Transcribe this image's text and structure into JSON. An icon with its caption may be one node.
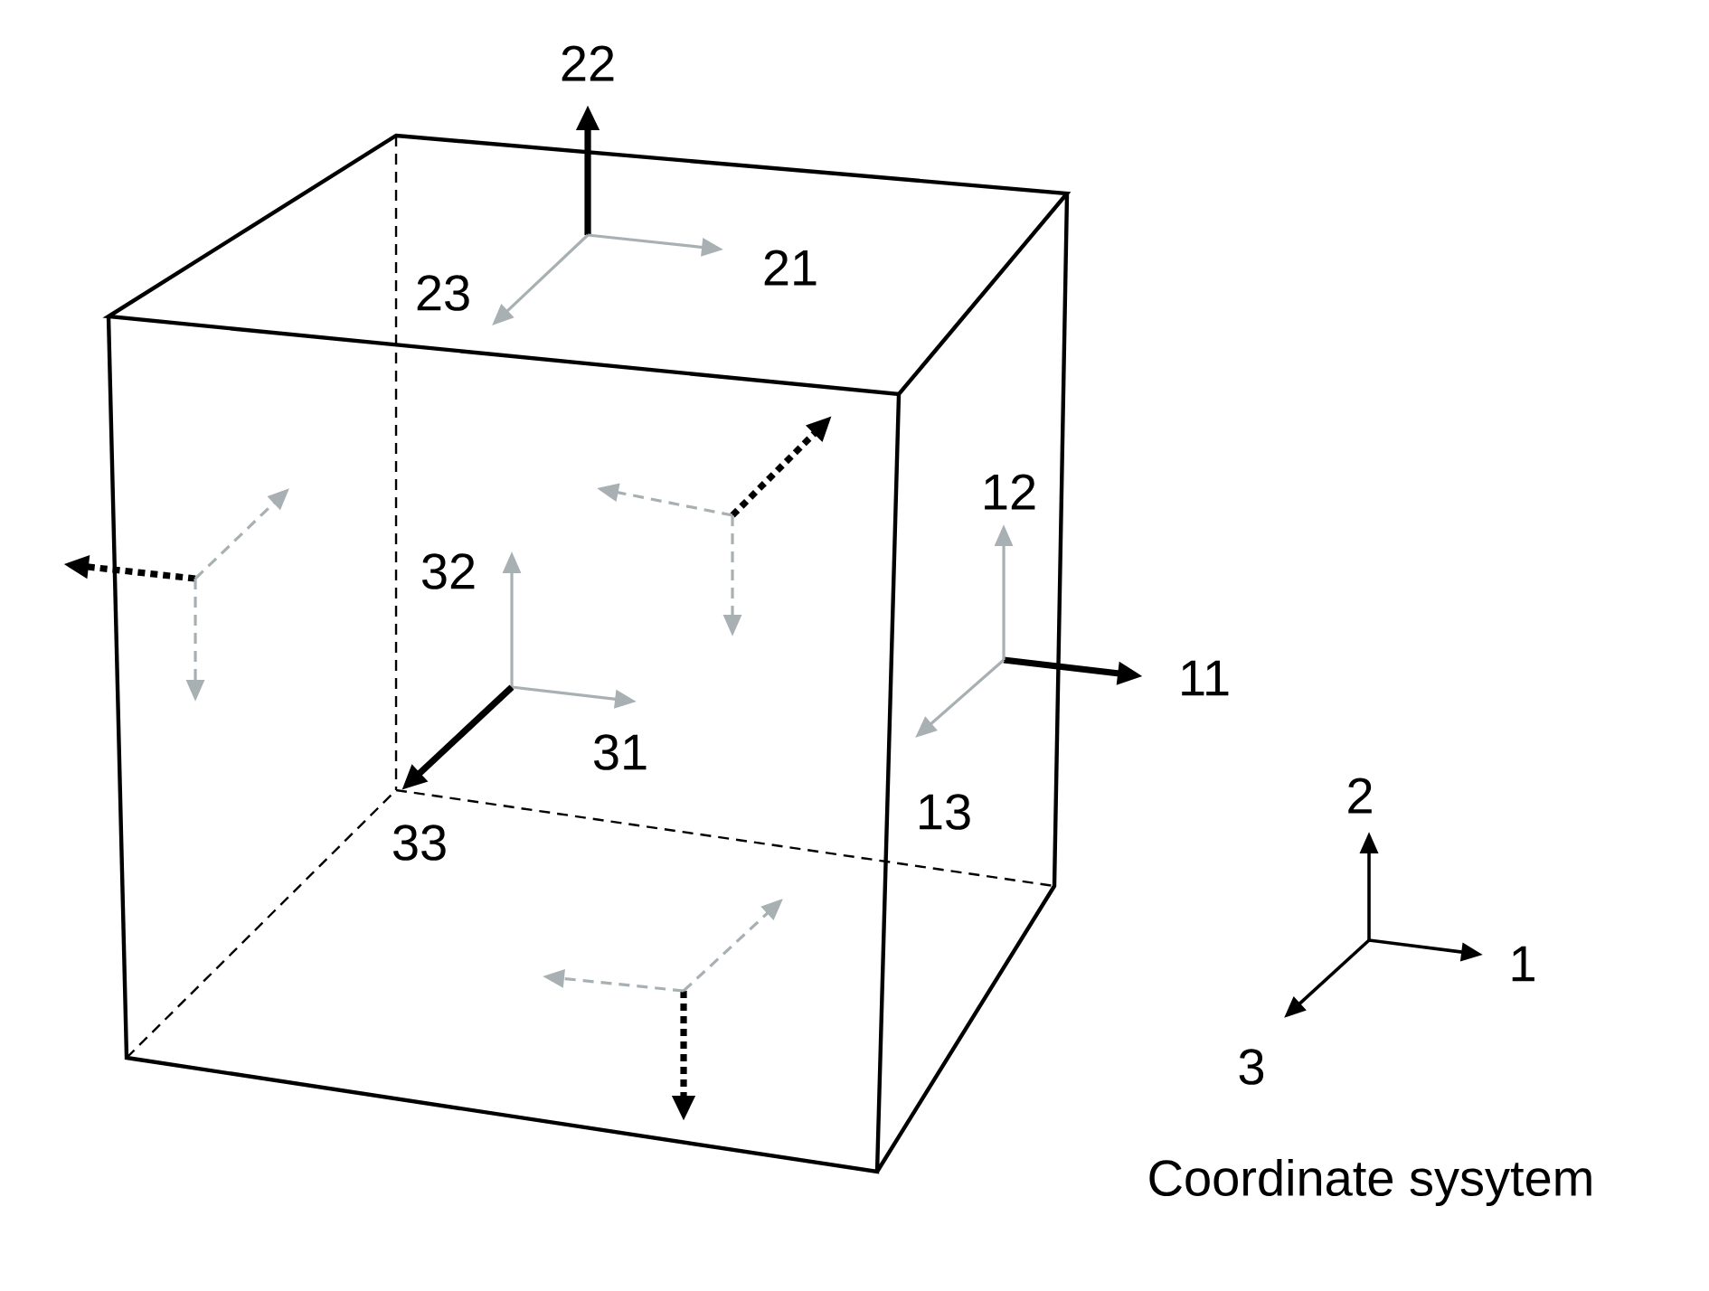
{
  "diagram": {
    "labels": [
      "22",
      "23",
      "21",
      "12",
      "11",
      "13",
      "32",
      "31",
      "33",
      "2",
      "1",
      "3",
      "Coordinate sysytem"
    ]
  }
}
